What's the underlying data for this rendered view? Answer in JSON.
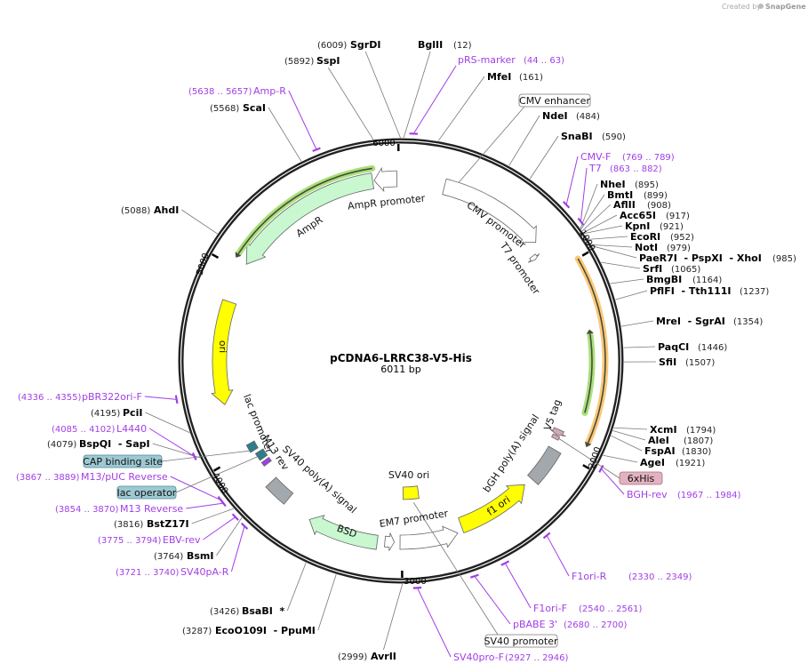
{
  "credit": {
    "prefix": "Created by",
    "brand": "SnapGene"
  },
  "plasmid": {
    "name": "pCDNA6-LRRC38-V5-His",
    "length": "6011 bp"
  },
  "ticks": [
    "1000",
    "2000",
    "3000",
    "4000",
    "5000",
    "6000"
  ],
  "features": {
    "cmv_enhancer": "CMV enhancer",
    "cmv_promoter": "CMV promoter",
    "t7_promoter": "T7 promoter",
    "ampr_promoter": "AmpR promoter",
    "ampr": "AmpR",
    "ori": "ori",
    "lac_promoter": "lac promoter",
    "m13_rev": "M13 rev",
    "cap_binding_site": "CAP binding site",
    "lac_operator": "lac operator",
    "sv40_polya": "SV40 poly(A) signal",
    "bsd": "BSD",
    "em7_promoter": "EM7 promoter",
    "sv40_ori": "SV40 ori",
    "sv40_promoter": "SV40 promoter",
    "f1_ori": "f1 ori",
    "bgh_polya": "bGH poly(A) signal",
    "v5_tag": "V5 tag",
    "his6": "6xHis"
  },
  "enzymes": [
    {
      "name": "SgrDI",
      "pos": "(6009)",
      "bp": 6009
    },
    {
      "name": "BglII",
      "pos": "(12)",
      "bp": 12
    },
    {
      "name": "SspI",
      "pos": "(5892)",
      "bp": 5892
    },
    {
      "name": "MfeI",
      "pos": "(161)",
      "bp": 161
    },
    {
      "name": "ScaI",
      "pos": "(5568)",
      "bp": 5568
    },
    {
      "name": "NdeI",
      "pos": "(484)",
      "bp": 484
    },
    {
      "name": "SnaBI",
      "pos": "(590)",
      "bp": 590
    },
    {
      "name": "AhdI",
      "pos": "(5088)",
      "bp": 5088
    },
    {
      "name": "NheI",
      "pos": "(895)",
      "bp": 895
    },
    {
      "name": "BmtI",
      "pos": "(899)",
      "bp": 899
    },
    {
      "name": "AflII",
      "pos": "(908)",
      "bp": 908
    },
    {
      "name": "Acc65I",
      "pos": "(917)",
      "bp": 917
    },
    {
      "name": "KpnI",
      "pos": "(921)",
      "bp": 921
    },
    {
      "name": "EcoRI",
      "pos": "(952)",
      "bp": 952
    },
    {
      "name": "NotI",
      "pos": "(979)",
      "bp": 979
    },
    {
      "name": "PaeR7I  - PspXI  - XhoI",
      "pos": "(985)",
      "bp": 985
    },
    {
      "name": "SrfI",
      "pos": "(1065)",
      "bp": 1065
    },
    {
      "name": "BmgBI",
      "pos": "(1164)",
      "bp": 1164
    },
    {
      "name": "PflFI  - Tth111I",
      "pos": "(1237)",
      "bp": 1237
    },
    {
      "name": "MreI  - SgrAI",
      "pos": "(1354)",
      "bp": 1354
    },
    {
      "name": "PaqCI",
      "pos": "(1446)",
      "bp": 1446
    },
    {
      "name": "SfiI",
      "pos": "(1507)",
      "bp": 1507
    },
    {
      "name": "XcmI",
      "pos": "(1794)",
      "bp": 1794
    },
    {
      "name": "AleI",
      "pos": "(1807)",
      "bp": 1807
    },
    {
      "name": "FspAI",
      "pos": "(1830)",
      "bp": 1830
    },
    {
      "name": "AgeI",
      "pos": "(1921)",
      "bp": 1921
    },
    {
      "name": "AvrII",
      "pos": "(2999)",
      "bp": 2999
    },
    {
      "name": "EcoO109I  - PpuMI",
      "pos": "(3287)",
      "bp": 3287
    },
    {
      "name": "BsaBI  *",
      "pos": "(3426)",
      "bp": 3426
    },
    {
      "name": "BsmI",
      "pos": "(3764)",
      "bp": 3764
    },
    {
      "name": "BstZ17I",
      "pos": "(3816)",
      "bp": 3816
    },
    {
      "name": "BspQI  - SapI",
      "pos": "(4079)",
      "bp": 4079
    },
    {
      "name": "PciI",
      "pos": "(4195)",
      "bp": 4195
    }
  ],
  "primers": [
    {
      "name": "pRS-marker",
      "range": "(44 .. 63)",
      "start": 44,
      "end": 63
    },
    {
      "name": "Amp-R",
      "range": "(5638 .. 5657)",
      "start": 5638,
      "end": 5657
    },
    {
      "name": "CMV-F",
      "range": "(769 .. 789)",
      "start": 769,
      "end": 789
    },
    {
      "name": "T7",
      "range": "(863 .. 882)",
      "start": 863,
      "end": 882
    },
    {
      "name": "BGH-rev",
      "range": "(1967 .. 1984)",
      "start": 1967,
      "end": 1984
    },
    {
      "name": "F1ori-R",
      "range": "(2330 .. 2349)",
      "start": 2330,
      "end": 2349
    },
    {
      "name": "F1ori-F",
      "range": "(2540 .. 2561)",
      "start": 2540,
      "end": 2561
    },
    {
      "name": "pBABE 3'",
      "range": "(2680 .. 2700)",
      "start": 2680,
      "end": 2700
    },
    {
      "name": "SV40pro-F",
      "range": "(2927 .. 2946)",
      "start": 2927,
      "end": 2946
    },
    {
      "name": "pBR322ori-F",
      "range": "(4336 .. 4355)",
      "start": 4336,
      "end": 4355
    },
    {
      "name": "L4440",
      "range": "(4085 .. 4102)",
      "start": 4085,
      "end": 4102
    },
    {
      "name": "M13/pUC Reverse",
      "range": "(3867 .. 3889)",
      "start": 3867,
      "end": 3889
    },
    {
      "name": "M13 Reverse",
      "range": "(3854 .. 3870)",
      "start": 3854,
      "end": 3870
    },
    {
      "name": "EBV-rev",
      "range": "(3775 .. 3794)",
      "start": 3775,
      "end": 3794
    },
    {
      "name": "SV40pA-R",
      "range": "(3721 .. 3740)",
      "start": 3721,
      "end": 3740
    }
  ],
  "colors": {
    "primer": "#a13ee6",
    "ampr": "#c8f7d0",
    "ori": "#ffff00",
    "polya": "#a3a8ad",
    "cds_orange": "#fbc97a",
    "orf_green": "#a8e07a",
    "tag": "#d9a5b8",
    "lac": "#2e7d8c",
    "cap_box": "#9ec9d2",
    "backbone": "#222222"
  }
}
